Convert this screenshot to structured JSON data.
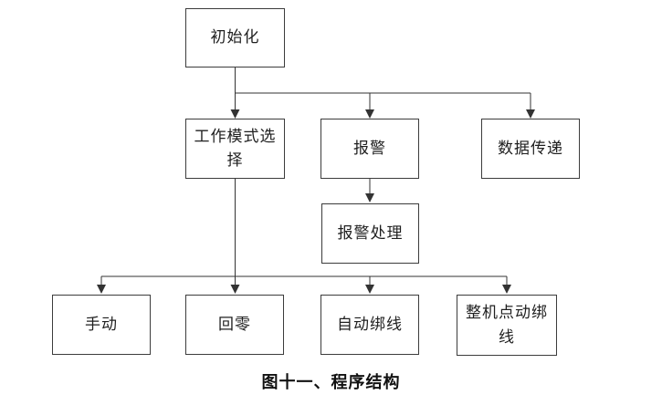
{
  "diagram": {
    "caption": "图十一、程序结构",
    "nodes": [
      {
        "id": "init",
        "label": "初始化"
      },
      {
        "id": "work-mode-select",
        "label": "工作模式选择"
      },
      {
        "id": "alarm",
        "label": "报警"
      },
      {
        "id": "data-transfer",
        "label": "数据传递"
      },
      {
        "id": "alarm-handling",
        "label": "报警处理"
      },
      {
        "id": "manual",
        "label": "手动"
      },
      {
        "id": "return-to-zero",
        "label": "回零"
      },
      {
        "id": "auto-binding",
        "label": "自动绑线"
      },
      {
        "id": "machine-jog-binding",
        "label": "整机点动绑线"
      }
    ],
    "edges": [
      {
        "from": "初始化",
        "to": "工作模式选择"
      },
      {
        "from": "初始化",
        "to": "报警"
      },
      {
        "from": "初始化",
        "to": "数据传递"
      },
      {
        "from": "报警",
        "to": "报警处理"
      },
      {
        "from": "工作模式选择",
        "to": "手动"
      },
      {
        "from": "工作模式选择",
        "to": "回零"
      },
      {
        "from": "工作模式选择",
        "to": "自动绑线"
      },
      {
        "from": "工作模式选择",
        "to": "整机点动绑线"
      }
    ],
    "colors": {
      "line": "#333333",
      "box_border": "#3c3c3c",
      "text": "#1f1f1f",
      "background": "#ffffff"
    }
  }
}
